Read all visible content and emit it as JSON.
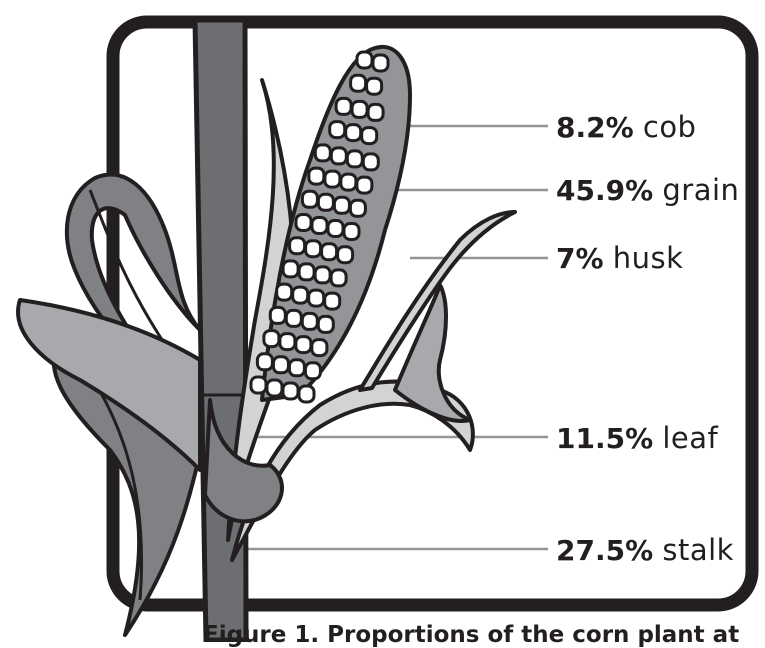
{
  "labels": [
    {
      "part": "cob",
      "percent": "8.2%"
    },
    {
      "part": "grain",
      "percent": "45.9%"
    },
    {
      "part": "husk",
      "percent": "7%"
    },
    {
      "part": "leaf",
      "percent": "11.5%"
    },
    {
      "part": "stalk",
      "percent": "27.5%"
    }
  ],
  "caption": "Figure 1. Proportions of the corn plant at",
  "colors": {
    "outline": "#231f20",
    "stalk": "#6d6e71",
    "leaf_dark": "#808184",
    "leaf_mid": "#a7a9ac",
    "leaf_light": "#d1d3d4",
    "cob": "#939598",
    "kernel": "#ffffff",
    "leader_line": "#939598"
  }
}
